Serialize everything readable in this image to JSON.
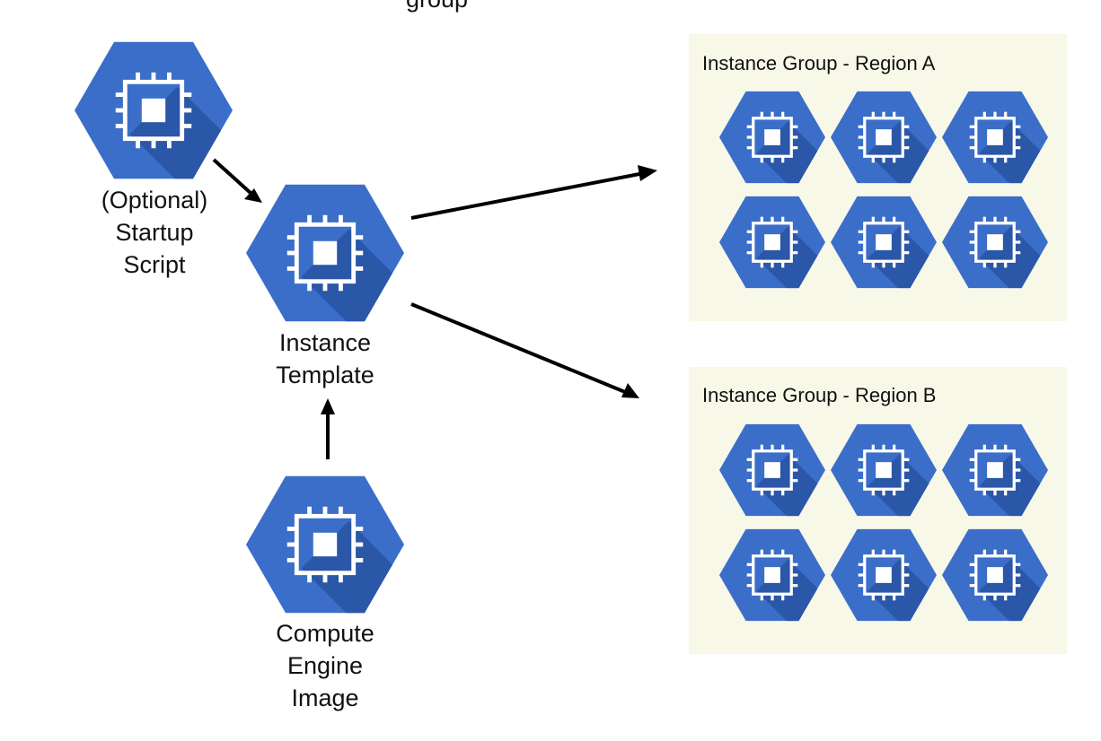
{
  "top_text": "group",
  "nodes": {
    "startup_script": "(Optional)\nStartup\nScript",
    "instance_template": "Instance\nTemplate",
    "compute_engine_image": "Compute\nEngine\nImage"
  },
  "groups": [
    {
      "title": "Instance Group - Region A",
      "instance_count": 6
    },
    {
      "title": "Instance Group - Region B",
      "instance_count": 6
    }
  ],
  "colors": {
    "hex_blue": "#3b6ec9",
    "hex_shadow": "#2b57a8",
    "chip": "#ffffff",
    "group_bg": "#f8f8e9",
    "arrow": "#000000"
  },
  "icons": {
    "node": "compute-engine-hex-icon",
    "chip": "cpu-chip-icon"
  }
}
